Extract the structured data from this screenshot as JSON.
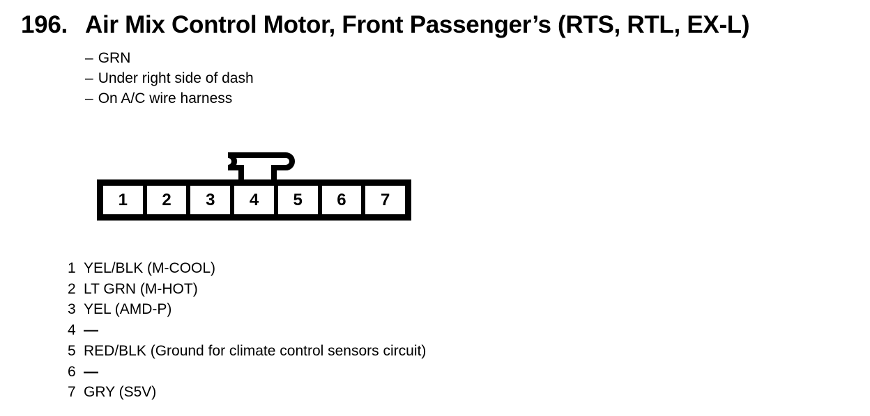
{
  "page": {
    "background_color": "#ffffff",
    "ink_color": "#000000"
  },
  "heading": {
    "number": "196.",
    "title": "Air Mix Control Motor, Front Passenger’s (RTS, RTL, EX-L)"
  },
  "notes": {
    "bullet": "–",
    "items": [
      "GRN",
      "Under right side of dash",
      "On A/C wire harness"
    ]
  },
  "connector": {
    "pin_numbers": [
      "1",
      "2",
      "3",
      "4",
      "5",
      "6",
      "7"
    ]
  },
  "pin_table": {
    "rows": [
      {
        "pin": "1",
        "label": "YEL/BLK (M-COOL)"
      },
      {
        "pin": "2",
        "label": "LT GRN (M-HOT)"
      },
      {
        "pin": "3",
        "label": "YEL (AMD-P)"
      },
      {
        "pin": "4",
        "label": "—"
      },
      {
        "pin": "5",
        "label": "RED/BLK (Ground for climate control sensors circuit)"
      },
      {
        "pin": "6",
        "label": "—"
      },
      {
        "pin": "7",
        "label": "GRY (S5V)"
      }
    ]
  }
}
